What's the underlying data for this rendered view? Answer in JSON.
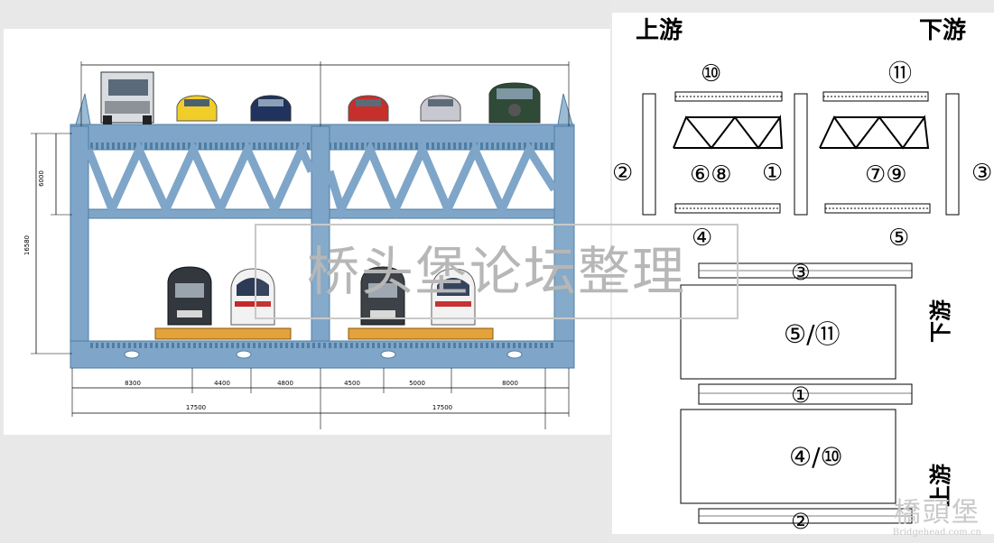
{
  "elevation": {
    "dims_bottom": [
      "8300",
      "4400",
      "4800",
      "4500",
      "5000",
      "8000"
    ],
    "dims_total": [
      "17500",
      "17500"
    ],
    "dim_truss": "6000",
    "dim_total_height": "16580"
  },
  "layout_diagram": {
    "upstream_label": "上游",
    "downstream_label": "下游",
    "member_labels": {
      "n10": "⑩",
      "n11": "⑪",
      "n2": "②",
      "n1": "①",
      "n3": "③",
      "n6_8": "⑥⑧",
      "n7_9": "⑦⑨",
      "n4": "④",
      "n5": "⑤"
    }
  },
  "plan_diagram": {
    "strip_top": "③",
    "deck_upper": "⑤/⑪",
    "strip_mid": "①",
    "deck_lower": "④/⑩",
    "strip_bottom": "②",
    "downstream_vertical": "下游",
    "upstream_vertical": "上游"
  },
  "watermark": {
    "main": "桥头堡论坛整理",
    "corner": "橋頭堡",
    "corner_url": "Bridgehead.com.cn"
  },
  "colors": {
    "steel": "#7fa6c8",
    "steel_dark": "#4f7da3",
    "line": "#000000"
  }
}
